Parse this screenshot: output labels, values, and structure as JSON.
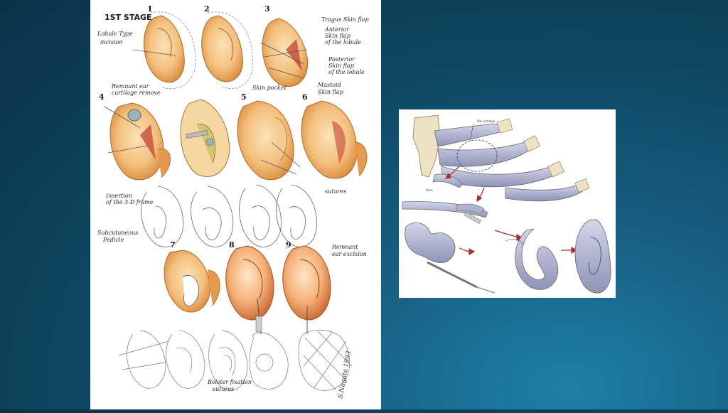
{
  "slide": {
    "colors": {
      "background_dark": "#0a3248",
      "background_light": "#1f7fa6",
      "panel": "#ffffff"
    }
  },
  "left_figure": {
    "stage_title": "1ST STAGE",
    "panel_numbers": [
      "1",
      "2",
      "3",
      "4",
      "5",
      "6",
      "7",
      "8",
      "9"
    ],
    "labels": {
      "lobule_type": "Lobule Type",
      "incision": "incision",
      "tragus_flap": "Tragus Skin flap",
      "anterior_flap_1": "Anterior",
      "anterior_flap_2": "Skin flap",
      "anterior_flap_3": "of the lobule",
      "posterior_flap_1": "Posterior",
      "posterior_flap_2": "Skin flap",
      "posterior_flap_3": "of the lobule",
      "mastoid_flap_1": "Mastoid",
      "mastoid_flap_2": "Skin flap",
      "remnant_cartilage_1": "Remnant ear",
      "remnant_cartilage_2": "cartilage remove",
      "skin_pocket": "Skin pocket",
      "sutures": "sutures",
      "insertion_1": "Insertion",
      "insertion_2": "of the 3-D frame",
      "subcutaneous_1": "Subcutaneous",
      "subcutaneous_2": "Pedicle",
      "remnant_excision_1": "Remnant",
      "remnant_excision_2": "ear excision",
      "bolster_1": "Bolster fixation",
      "bolster_2": "sutures",
      "signature": "S.Nagata 1993"
    }
  },
  "right_figure": {
    "callout_label": "Rib cartilage",
    "small_label": "Base"
  }
}
